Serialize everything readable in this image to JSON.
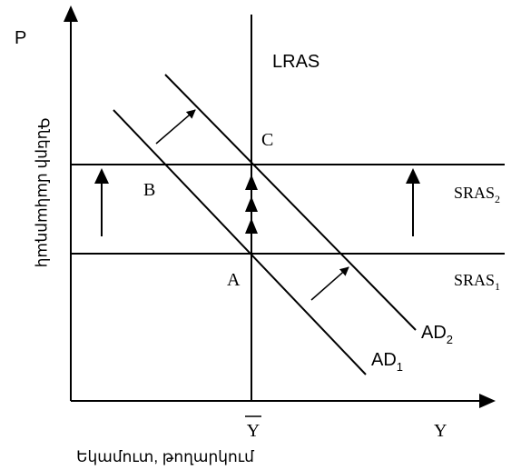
{
  "axes": {
    "y_axis_symbol": "P",
    "x_axis_symbol": "Y",
    "y_axis_title": "Գների մակարդակ",
    "x_axis_title": "Եկամուտ, թողարկում",
    "potential_output": {
      "letter": "Y",
      "overbar": true
    }
  },
  "curves": {
    "lras": "LRAS",
    "sras1": {
      "base": "SRAS",
      "sub": "1"
    },
    "sras2": {
      "base": "SRAS",
      "sub": "2"
    },
    "ad1": {
      "base": "AD",
      "sub": "1"
    },
    "ad2": {
      "base": "AD",
      "sub": "2"
    }
  },
  "points": {
    "a": "A",
    "b": "B",
    "c": "C"
  },
  "colors": {
    "stroke": "#000000",
    "background": "#ffffff"
  }
}
